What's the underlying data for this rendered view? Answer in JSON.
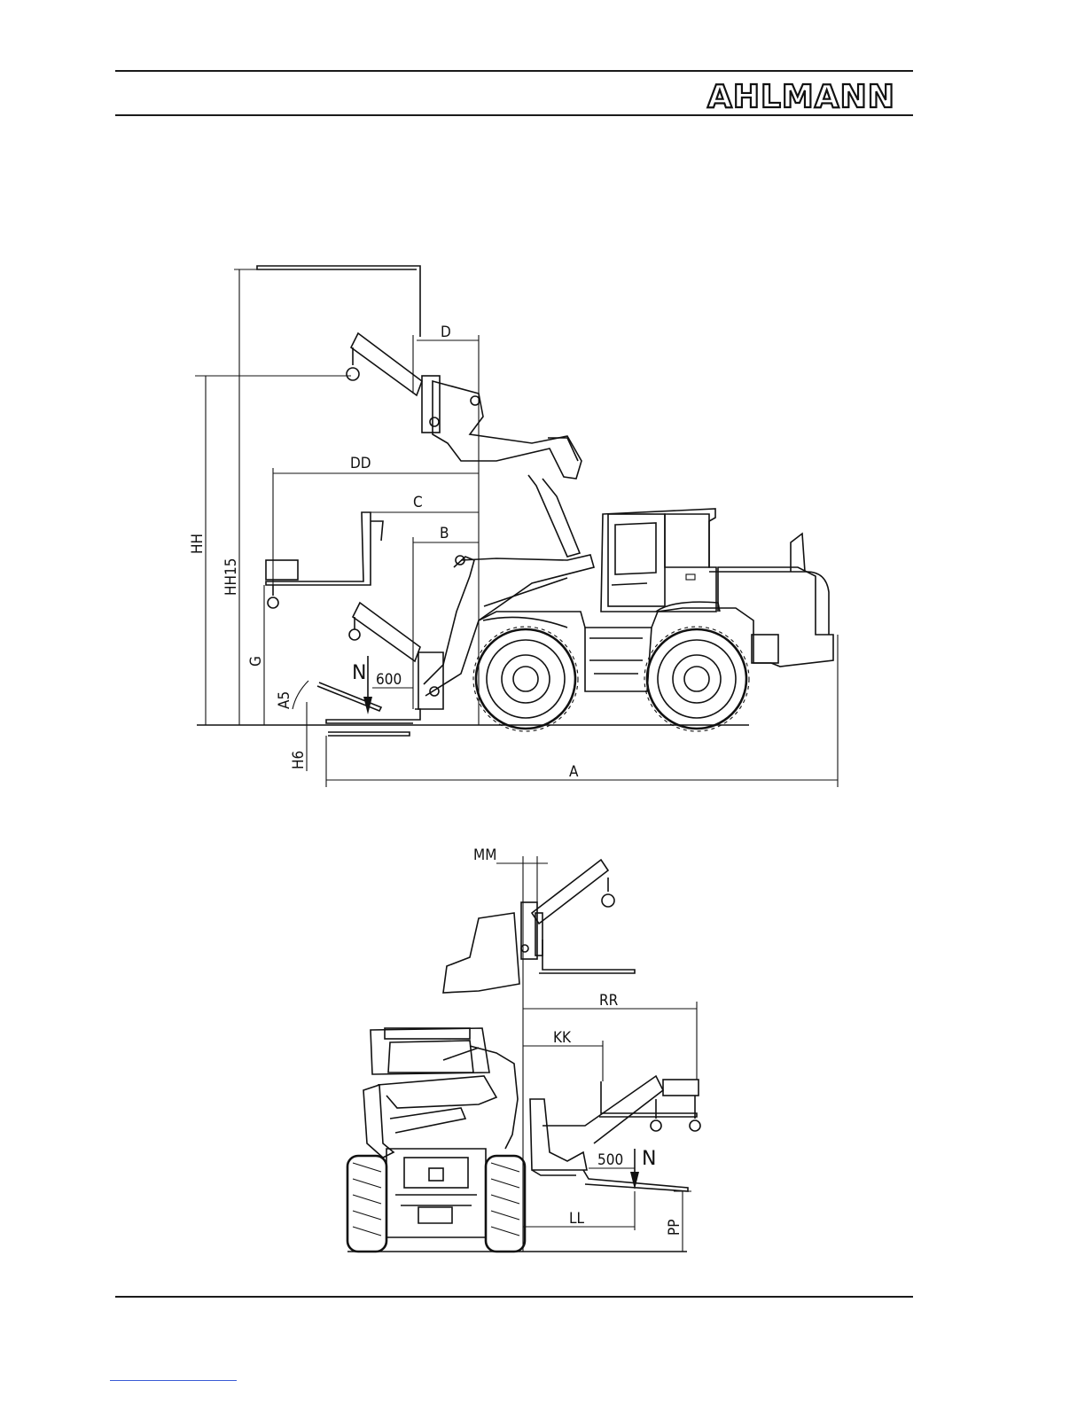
{
  "header": {
    "brand": "AHLMANN"
  },
  "side_view": {
    "dimension_labels": {
      "D": "D",
      "DD": "DD",
      "C": "C",
      "B": "B",
      "HH": "HH",
      "HH15": "HH15",
      "G": "G",
      "A5": "A5",
      "H6": "H6",
      "N": "N",
      "load_offset": "600",
      "A": "A"
    }
  },
  "front_view": {
    "dimension_labels": {
      "MM": "MM",
      "RR": "RR",
      "KK": "KK",
      "N": "N",
      "load_offset": "500",
      "LL": "LL",
      "PP": "PP"
    }
  }
}
